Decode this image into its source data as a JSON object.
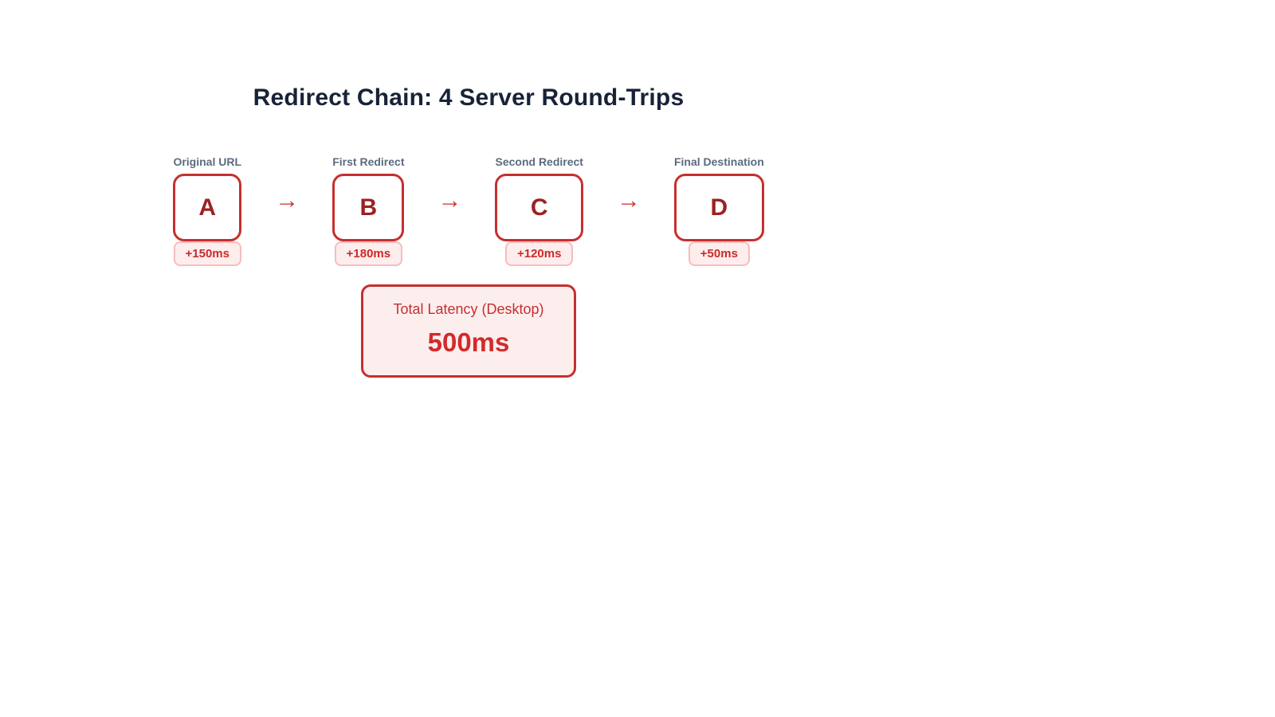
{
  "page": {
    "title": "Redirect Chain: 4 Server Round-Trips"
  },
  "chain": {
    "arrow": "→",
    "nodes": [
      {
        "label": "Original URL",
        "letter": "A",
        "latency": "+150ms"
      },
      {
        "label": "First Redirect",
        "letter": "B",
        "latency": "+180ms"
      },
      {
        "label": "Second Redirect",
        "letter": "C",
        "latency": "+120ms"
      },
      {
        "label": "Final Destination",
        "letter": "D",
        "latency": "+50ms"
      }
    ]
  },
  "total": {
    "label": "Total Latency (Desktop)",
    "value": "500ms"
  },
  "colors": {
    "title": "#182338",
    "node_label": "#5b6b7e",
    "box_border": "#c62f2f",
    "node_letter": "#9b2222",
    "arrow": "#cf2e2e",
    "badge_bg": "#fdeded",
    "badge_border": "#f7bcbc",
    "badge_text": "#cb2a2a",
    "total_bg": "#fdeeee",
    "total_label": "#c53030",
    "total_value": "#d22b2b",
    "background": "#ffffff"
  }
}
